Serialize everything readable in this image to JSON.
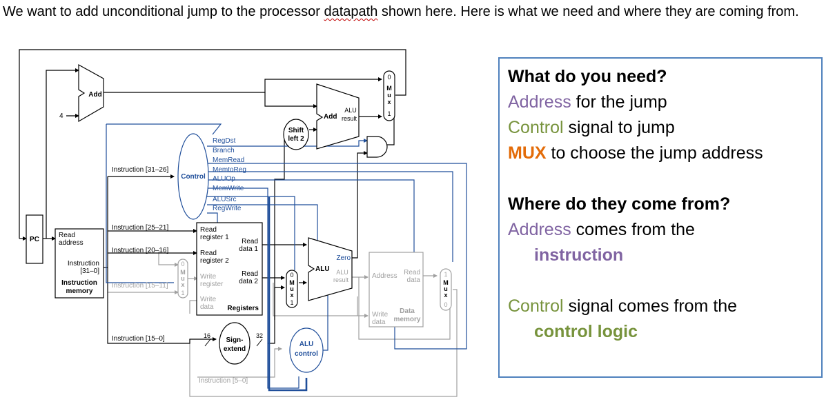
{
  "intro": {
    "part1": "We want to add unconditional jump to the processor ",
    "datapath_word": "datapath",
    "part2": " shown here. Here is what we need and where they are coming from."
  },
  "diagram": {
    "pc": "PC",
    "add_top": "Add",
    "four": "4",
    "add_alu": "Add",
    "alu_result_1": "ALU",
    "alu_result_2": "result",
    "shift_1": "Shift",
    "shift_2": "left 2",
    "mux_letters": [
      "M",
      "u",
      "x"
    ],
    "zero": "0",
    "one": "1",
    "control": "Control",
    "control_signals": [
      "RegDst",
      "Branch",
      "MemRead",
      "MemtoReg",
      "ALUOp",
      "MemWrite",
      "ALUSrc",
      "RegWrite"
    ],
    "instr_mem": {
      "read_address_1": "Read",
      "read_address_2": "address",
      "instruction_1": "Instruction",
      "instruction_2": "[31–0]",
      "title_1": "Instruction",
      "title_2": "memory"
    },
    "fields": {
      "f31_26": "Instruction [31–26]",
      "f25_21": "Instruction [25–21]",
      "f20_16": "Instruction [20–16]",
      "f15_11": "Instruction [15–11]",
      "f15_0": "Instruction [15–0]",
      "f5_0": "Instruction [5–0]"
    },
    "registers": {
      "read_reg1_1": "Read",
      "read_reg1_2": "register 1",
      "read_reg2_1": "Read",
      "read_reg2_2": "register 2",
      "write_reg_1": "Write",
      "write_reg_2": "register",
      "write_data_1": "Write",
      "write_data_2": "data",
      "read_data1_1": "Read",
      "read_data1_2": "data 1",
      "read_data2_1": "Read",
      "read_data2_2": "data 2",
      "title": "Registers"
    },
    "alu": {
      "label": "ALU",
      "zero": "Zero",
      "result_1": "ALU",
      "result_2": "result"
    },
    "data_mem": {
      "address": "Address",
      "read_data_1": "Read",
      "read_data_2": "data",
      "write_data_1": "Write",
      "write_data_2": "data",
      "title_1": "Data",
      "title_2": "memory"
    },
    "sign_extend": {
      "line1": "Sign-",
      "line2": "extend",
      "bits_in": "16",
      "bits_out": "32"
    },
    "alu_control": {
      "line1": "ALU",
      "line2": "control"
    }
  },
  "info": {
    "q1": "What do you need?",
    "need1_key": "Address",
    "need1_rest": " for the jump",
    "need2_key": "Control",
    "need2_rest": " signal to jump",
    "need3_key": "MUX",
    "need3_rest": " to choose the jump address",
    "q2": "Where do they come from?",
    "src1_key": "Address",
    "src1_rest": " comes from the",
    "src1_indent": "instruction",
    "src2_key": "Control",
    "src2_rest": " signal comes from the",
    "src2_indent": "control logic"
  },
  "colors": {
    "purple": "#8064a2",
    "green": "#77933c",
    "orange": "#e36c09",
    "box_border": "#4f81bd",
    "control_blue": "#1f4e9a",
    "gray": "#a0a0a0"
  }
}
